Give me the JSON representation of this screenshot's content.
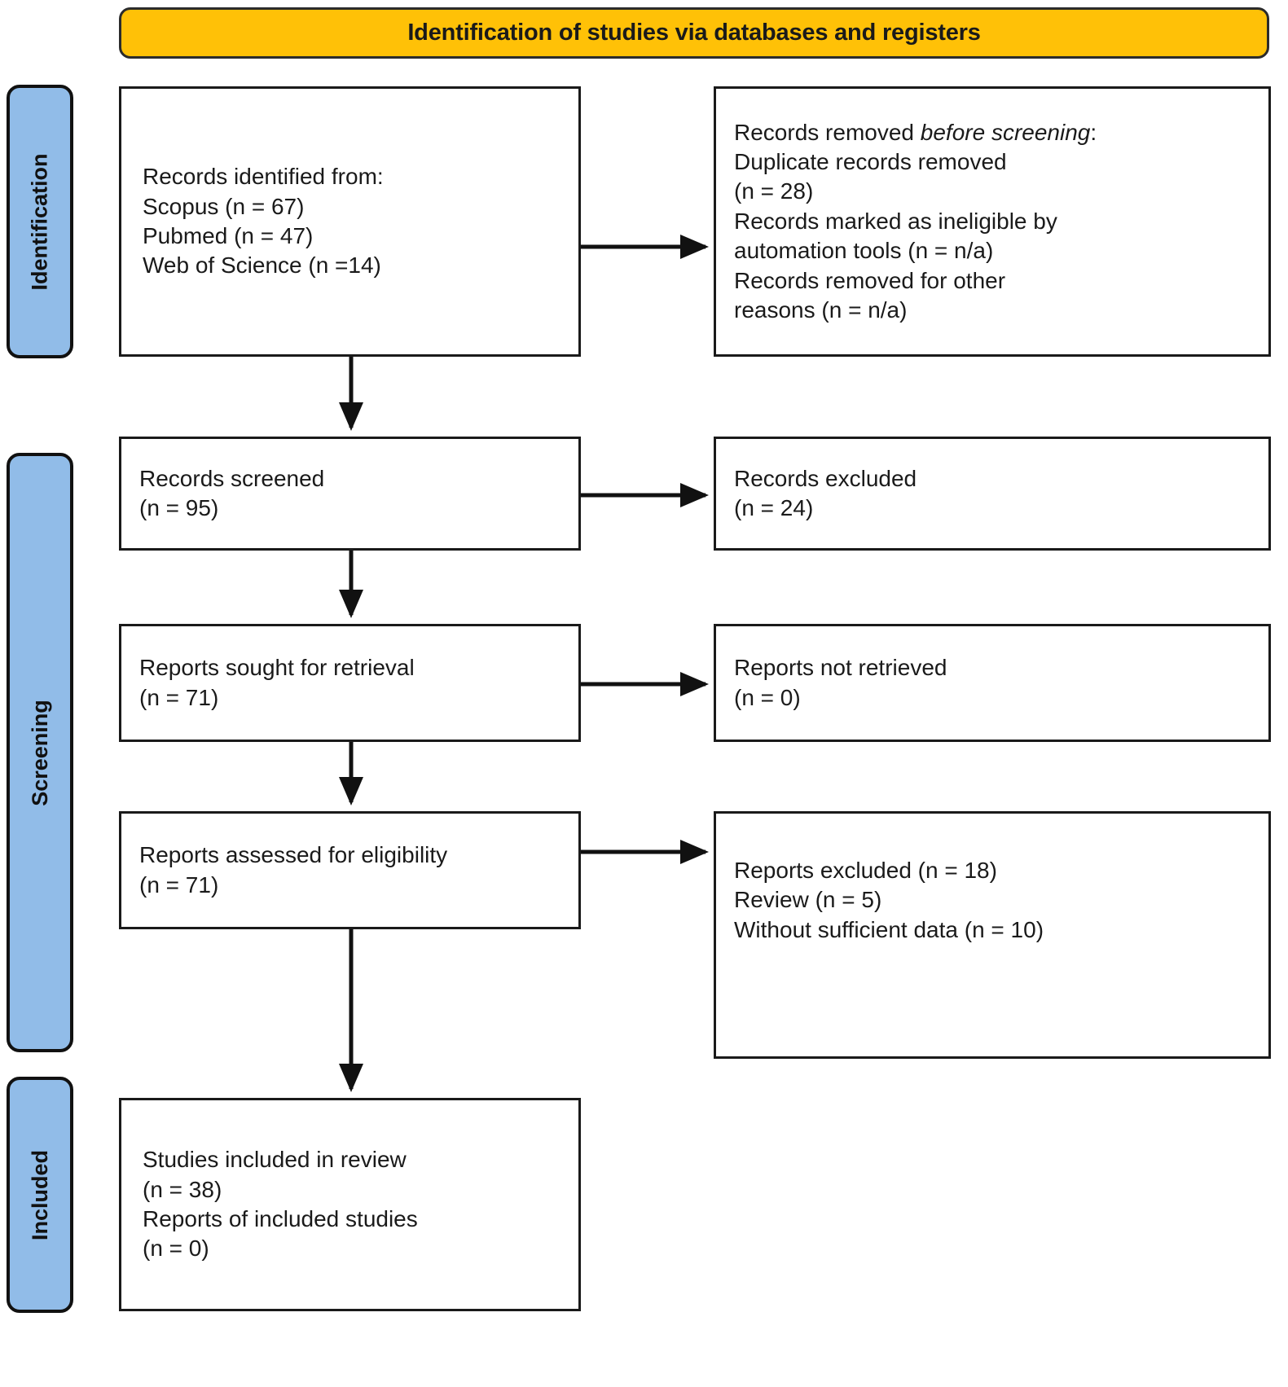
{
  "header": {
    "title": "Identification of studies via databases and registers",
    "accent_color": "#FFC107"
  },
  "stages": {
    "accent_color": "#91BCE8",
    "identification": "Identification",
    "screening": "Screening",
    "included": "Included"
  },
  "boxes": {
    "identified": {
      "line1": "Records identified from:",
      "line2": "Scopus (n = 67)",
      "line3": "Pubmed (n = 47)",
      "line4": "Web of Science (n =14)"
    },
    "removed": {
      "line1a": "Records removed ",
      "line1b": "before screening",
      "line1c": ":",
      "line2": "Duplicate records removed",
      "line3": "(n = 28)",
      "line4": "Records marked as ineligible by",
      "line5": "automation tools (n = n/a)",
      "line6": "Records removed for other",
      "line7": "reasons (n = n/a)"
    },
    "screened": {
      "line1": "Records screened",
      "line2": "(n = 95)"
    },
    "records_excluded": {
      "line1": "Records excluded",
      "line2": "(n = 24)"
    },
    "sought": {
      "line1": "Reports sought for retrieval",
      "line2": "(n = 71)"
    },
    "not_retrieved": {
      "line1": "Reports not retrieved",
      "line2": "(n = 0)"
    },
    "assessed": {
      "line1": "Reports assessed for eligibility",
      "line2": "(n = 71)"
    },
    "reports_excluded": {
      "line1": "Reports excluded (n = 18)",
      "line2": "Review (n = 5)",
      "line3": "Without sufficient data (n = 10)"
    },
    "included": {
      "line1": "Studies included in review",
      "line2": "(n = 38)",
      "line3": "Reports of included studies",
      "line4": "(n = 0)"
    }
  }
}
